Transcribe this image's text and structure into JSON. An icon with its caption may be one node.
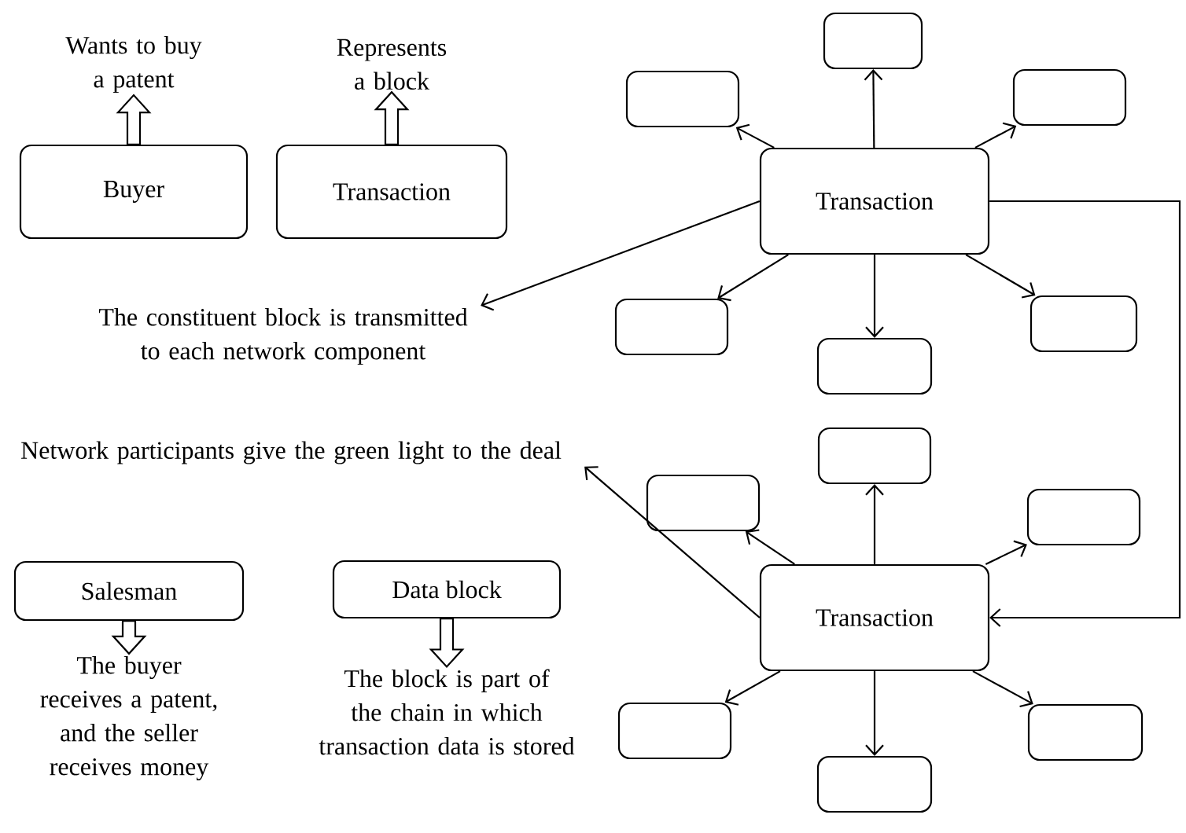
{
  "diagram": {
    "nodes": [
      {
        "text": [
          "Buyer"
        ]
      },
      {
        "text": [
          "Wants to buy a patent"
        ]
      },
      {
        "text": [
          "Transaction"
        ]
      },
      {
        "text": [
          "Represents a block"
        ]
      },
      {
        "text": [
          "The constituent block is transmitted to each network component"
        ]
      },
      {
        "text": [
          "Transaction"
        ]
      },
      {
        "text": [],
        "shape": "box"
      },
      {
        "text": [],
        "shape": "box"
      },
      {
        "text": [],
        "shape": "box"
      },
      {
        "text": [],
        "shape": "box"
      },
      {
        "text": [],
        "shape": "box"
      },
      {
        "text": [],
        "shape": "box"
      },
      {
        "text": [
          "Network participants give the green light to the deal"
        ]
      },
      {
        "text": [
          "Salesman"
        ]
      },
      {
        "text": [
          "The buyer receives a patent, and the seller receives money"
        ]
      },
      {
        "text": [
          "Data block"
        ]
      },
      {
        "text": [
          "The block is part of the chain in which transaction data is stored"
        ]
      },
      {
        "text": [
          "Transaction"
        ]
      },
      {
        "text": [],
        "shape": "box"
      },
      {
        "text": [],
        "shape": "box"
      },
      {
        "text": [],
        "shape": "box"
      },
      {
        "text": [],
        "shape": "box"
      },
      {
        "text": [],
        "shape": "box"
      },
      {
        "text": [],
        "shape": "box"
      }
    ],
    "edges": [
      {
        "from": 0,
        "to": 1,
        "arrow": "to"
      },
      {
        "from": 2,
        "to": 3,
        "arrow": "to"
      },
      {
        "from": 5,
        "to": 6,
        "arrow": "to"
      },
      {
        "from": 5,
        "to": 7,
        "arrow": "to"
      },
      {
        "from": 5,
        "to": 8,
        "arrow": "to"
      },
      {
        "from": 5,
        "to": 9,
        "arrow": "to"
      },
      {
        "from": 5,
        "to": 10,
        "arrow": "to"
      },
      {
        "from": 5,
        "to": 11,
        "arrow": "to"
      },
      {
        "from": 5,
        "to": 4,
        "arrow": "to"
      },
      {
        "from": 5,
        "to": 17,
        "arrow": "to"
      },
      {
        "from": 17,
        "to": 18,
        "arrow": "to"
      },
      {
        "from": 17,
        "to": 19,
        "arrow": "to"
      },
      {
        "from": 17,
        "to": 20,
        "arrow": "to"
      },
      {
        "from": 17,
        "to": 21,
        "arrow": "to"
      },
      {
        "from": 17,
        "to": 22,
        "arrow": "to"
      },
      {
        "from": 17,
        "to": 23,
        "arrow": "to"
      },
      {
        "from": 17,
        "to": 12,
        "arrow": "to"
      },
      {
        "from": 13,
        "to": 14,
        "arrow": "to"
      },
      {
        "from": 15,
        "to": 16,
        "arrow": "to"
      }
    ]
  }
}
